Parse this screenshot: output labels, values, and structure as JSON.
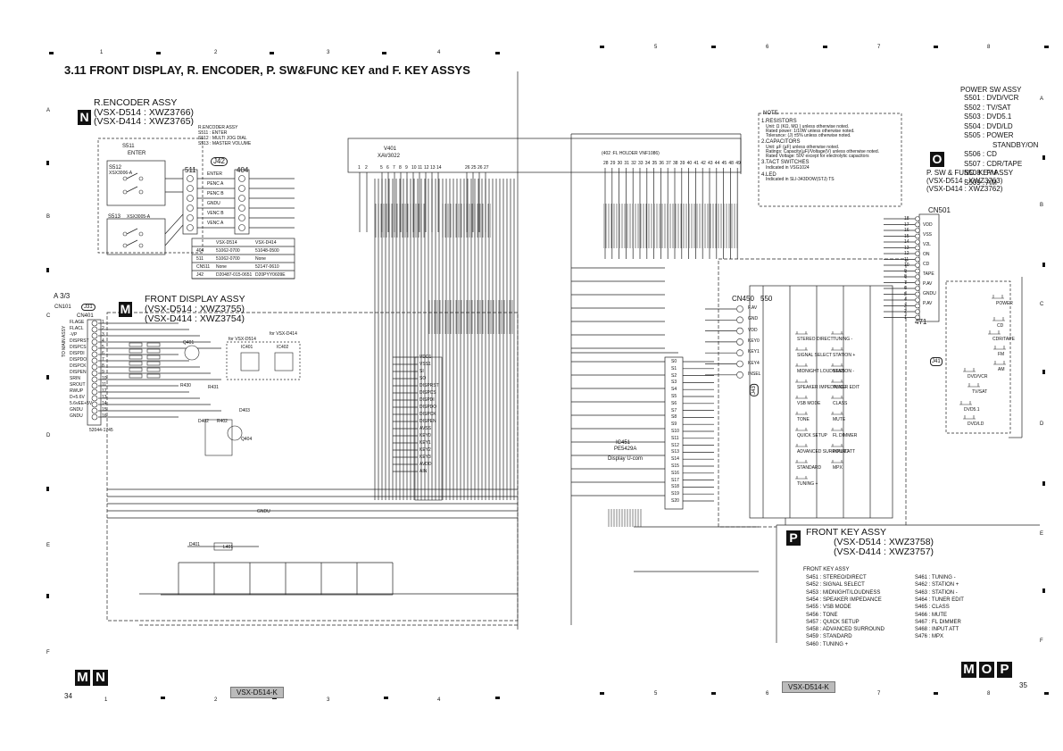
{
  "title": "3.11 FRONT DISPLAY, R. ENCODER, P. SW&FUNC KEY and F. KEY ASSYS",
  "grid": {
    "cols_left": [
      "1",
      "2",
      "3",
      "4"
    ],
    "cols_right": [
      "5",
      "6",
      "7",
      "8"
    ],
    "rows": [
      "A",
      "B",
      "C",
      "D",
      "E",
      "F"
    ]
  },
  "page_left": "34",
  "page_right": "35",
  "model_stamp": "VSX-D514-K",
  "n_block": {
    "letter": "N",
    "title": "R.ENCODER ASSY",
    "model1": "(VSX-D514 : XWZ3766)",
    "model2": "(VSX-D414 : XWZ3765)",
    "switches": [
      "R.ENCODER ASSY",
      "S511 : ENTER",
      "S512 : MULTI JOG DIAL",
      "S513 : MASTER VOLUME"
    ],
    "sw1": "S511",
    "sw1b": "ENTER",
    "sw2": "S512",
    "sw2b": "XSX3006-A",
    "sw3": "S513",
    "sw3b": "XSX3005-A",
    "conn": "511",
    "j42": "J42",
    "conn404": "404",
    "pins": [
      "ENTER",
      "PENC A",
      "PENC B",
      "GNDU",
      "VENC B",
      "VENC A"
    ],
    "table": [
      [
        "",
        "VSX-D514",
        "VSX-D414"
      ],
      [
        "404",
        "51062-0700",
        "51048-0500"
      ],
      [
        "511",
        "51062-0700",
        "None"
      ],
      [
        "CN511",
        "None",
        "52147-0610"
      ],
      [
        "J42",
        "D20487-015-0651",
        "D20PYY0609E"
      ]
    ]
  },
  "m_block": {
    "letter": "M",
    "ref": "A 3/3",
    "cn101": "CN101",
    "j31": "J31",
    "cn401": "CN401",
    "title": "FRONT DISPLAY ASSY",
    "model1": "(VSX-D514 : XWZ3755)",
    "model2": "(VSX-D414 : XWZ3754)",
    "pins": [
      "FLAGE",
      "FLACL",
      "-VP",
      "DISPRST",
      "DISPCS",
      "DISPDI",
      "DISPDO",
      "DISPCK",
      "DISPEN",
      "SRIN",
      "SROUT",
      "RWUP",
      "D+5.6V",
      "5.6vEE+5V",
      "GNDU",
      "GNDU"
    ],
    "pin_nums": [
      "1",
      "2",
      "3",
      "4",
      "5",
      "6",
      "7",
      "8",
      "9",
      "10",
      "11",
      "12",
      "13",
      "14",
      "15",
      "16"
    ],
    "side_label": "TO MAIN ASSY",
    "part": "52044-1745",
    "vars": [
      "for VSX-D514",
      "for VSX-D414"
    ],
    "ics": [
      "IC401",
      "IC402"
    ],
    "gndu": "GNDU",
    "l401": "L401",
    "d401": "D401",
    "parts": [
      "Q401",
      "R430",
      "R431",
      "D402",
      "R402",
      "D403",
      "Q404"
    ]
  },
  "center": {
    "v401": "V401",
    "vfd": "XAV3022",
    "pins_top": [
      "1",
      "2",
      "5",
      "6",
      "7",
      "8",
      "9",
      "10",
      "11",
      "12",
      "13",
      "14",
      "26",
      "25",
      "26",
      "27"
    ],
    "holder": "(402 :FL HOLDER VNF1086)",
    "pins_right_top": [
      "28",
      "29",
      "30",
      "31",
      "32",
      "33",
      "34",
      "35",
      "36",
      "37",
      "38",
      "39",
      "40",
      "41",
      "42",
      "43",
      "44",
      "45",
      "48",
      "49"
    ],
    "ic": "IC451",
    "ic_part": "PE5429A",
    "ic_name": "Display U-com",
    "ic_pins_right": [
      "S0",
      "S1",
      "S2",
      "S3",
      "S4",
      "S5",
      "S6",
      "S7",
      "S8",
      "S9",
      "S10",
      "S11",
      "S12",
      "S13",
      "S14",
      "S15",
      "S16",
      "S17",
      "S18",
      "S19",
      "S20"
    ],
    "ic_pins_left": [
      "VDD1",
      "VSS1",
      "SI",
      "SO",
      "DISPRST",
      "DISPCS",
      "DISPDI",
      "DISPDO",
      "DISPCK",
      "DISPEN",
      "AVSS",
      "KEY0",
      "KEY1",
      "KEY2",
      "KEY3",
      "AVDD",
      "AIN"
    ]
  },
  "note": {
    "head": "NOTE",
    "items": [
      "1.RESISTORS",
      "Unit: Ω (KΩ, MΩ ) unless otherwise noted.",
      "Rated power: 1/10W unless otherwise noted.",
      "Tolerance: (J) ±5% unless otherwise noted.",
      "2.CAPACITORS",
      "Unit: µF (µF) unless otherwise noted.",
      "Ratings: Capacity(µF)/Voltage(V) unless otherwise noted.",
      "Rated Voltage: 50V except for electrolytic capacitors",
      "3.TACT SWITCHES",
      "Indicated in VSG1024",
      "4.LED",
      "Indicated in SLI-343DOW(STJ) TS"
    ]
  },
  "o_block": {
    "letter": "O",
    "title": "P. SW & FUNC. KEY ASSY",
    "model1": "(VSX-D514 : XWZ3763)",
    "model2": "(VSX-D414 : XWZ3762)",
    "power_head": "POWER SW ASSY",
    "power": [
      "S501 : DVD/VCR",
      "S502 : TV/SAT",
      "S503 : DVD5.1",
      "S504 : DVD/LD",
      "S505 : POWER",
      "STANDBY/ON",
      "S506 : CD",
      "S507 : CDR/TAPE",
      "S508 : FM",
      "S509 : AM"
    ],
    "cn501": "CN501",
    "cn_pins": [
      "VDD",
      "VSS",
      "V2L",
      "ON",
      "CD",
      "TAPE",
      "P.AV",
      "GNDU",
      "P.AV"
    ],
    "cn_nums": [
      "18",
      "17",
      "16",
      "15",
      "14",
      "13",
      "12",
      "11",
      "10",
      "9",
      "8",
      "7",
      "6",
      "5",
      "4",
      "3",
      "2",
      "1"
    ],
    "j41": "J41",
    "n471": "471",
    "keys": [
      "POWER",
      "DVD/VCR",
      "TV/SAT",
      "DVD5.1",
      "DVD/LD",
      "CD",
      "CDR/TAPE",
      "FM",
      "AM"
    ]
  },
  "p_block": {
    "letter": "P",
    "title": "FRONT KEY ASSY",
    "model1": "(VSX-D514 : XWZ3758)",
    "model2": "(VSX-D414 : XWZ3757)",
    "list_head": "FRONT KEY ASSY",
    "list_left": [
      "S451 : STEREO/DIRECT",
      "S452 : SIGNAL SELECT",
      "S453 : MIDNIGHT/LOUDNESS",
      "S454 : SPEAKER IMPEDANCE",
      "S455 : VSB MODE",
      "S456 : TONE",
      "S457 : QUICK SETUP",
      "S458 : ADVANCED SURROUND",
      "S459 : STANDARD",
      "S460 : TUNING +"
    ],
    "list_right": [
      "S461 : TUNING -",
      "S462 : STATION +",
      "S463 : STATION -",
      "S464 : TUNER EDIT",
      "S465 : CLASS",
      "S466 : MUTE",
      "S467 : FL DIMMER",
      "S468 : INPUT ATT",
      "S476 : MPX"
    ],
    "cn450": "CN450",
    "conn550": "550",
    "cn_pins": [
      "F.AV",
      "GND",
      "VDD",
      "KEY0",
      "KEY1",
      "KEY4",
      "INSEL"
    ],
    "keys": [
      "STEREO DIRECT",
      "SIGNAL SELECT",
      "MIDNIGHT LOUDNESS",
      "SPEAKER IMPEDANCE",
      "VSB MODE",
      "TONE",
      "QUICK SETUP",
      "ADVANCED SURROUND",
      "STANDARD",
      "TUNING +",
      "TUNING -",
      "STATION +",
      "STATION -",
      "TUNER EDIT",
      "CLASS",
      "MUTE",
      "FL DIMMER",
      "INPUT ATT",
      "MPX"
    ],
    "j43": "J43"
  },
  "footer_left": "M N",
  "footer_right": "M O P"
}
